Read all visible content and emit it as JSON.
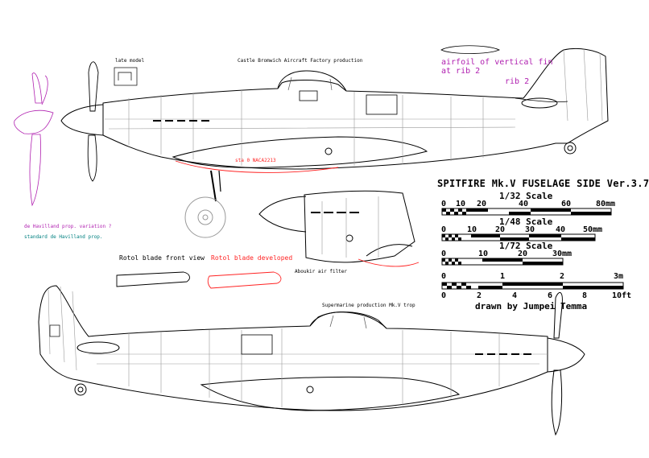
{
  "labels": {
    "late_model": "late model",
    "castle_bromwich": "Castle Bromwich Aircraft Factory production",
    "airfoil_vertical_fin_1": "airfoil of vertical fin",
    "airfoil_vertical_fin_2": "at rib 2",
    "rib_2": "rib 2",
    "naca_station": "sta 0 NACA2213",
    "title": "SPITFIRE Mk.V FUSELAGE SIDE Ver.3.7",
    "dehav_variation": "de Havilland prop. variation ?",
    "standard_dehav": "standard de Havilland prop.",
    "rotol_front": "Rotol blade front view",
    "rotol_developed": "Rotol blade developed",
    "abouikir": "Aboukir air filter",
    "supermarine_trop": "Supermarine production Mk.V trop",
    "drawn_by": "drawn by  Jumpei Temma"
  },
  "scales": [
    {
      "name": "1/32 Scale",
      "ticks": [
        "0",
        "10",
        "20",
        "40",
        "60",
        "80mm"
      ]
    },
    {
      "name": "1/48 Scale",
      "ticks": [
        "0",
        "10",
        "20",
        "30",
        "40",
        "50mm"
      ]
    },
    {
      "name": "1/72 Scale",
      "ticks": [
        "0",
        "10",
        "20",
        "30mm"
      ]
    },
    {
      "name": "",
      "ticks_top": [
        "0",
        "1",
        "2",
        "3m"
      ],
      "ticks_bottom": [
        "0",
        "2",
        "4",
        "6",
        "8",
        "10ft"
      ]
    }
  ],
  "colors": {
    "line": "#000000",
    "grey": "#9a9a9a",
    "red": "#ff2222",
    "magenta": "#b020b0",
    "teal": "#008080"
  }
}
